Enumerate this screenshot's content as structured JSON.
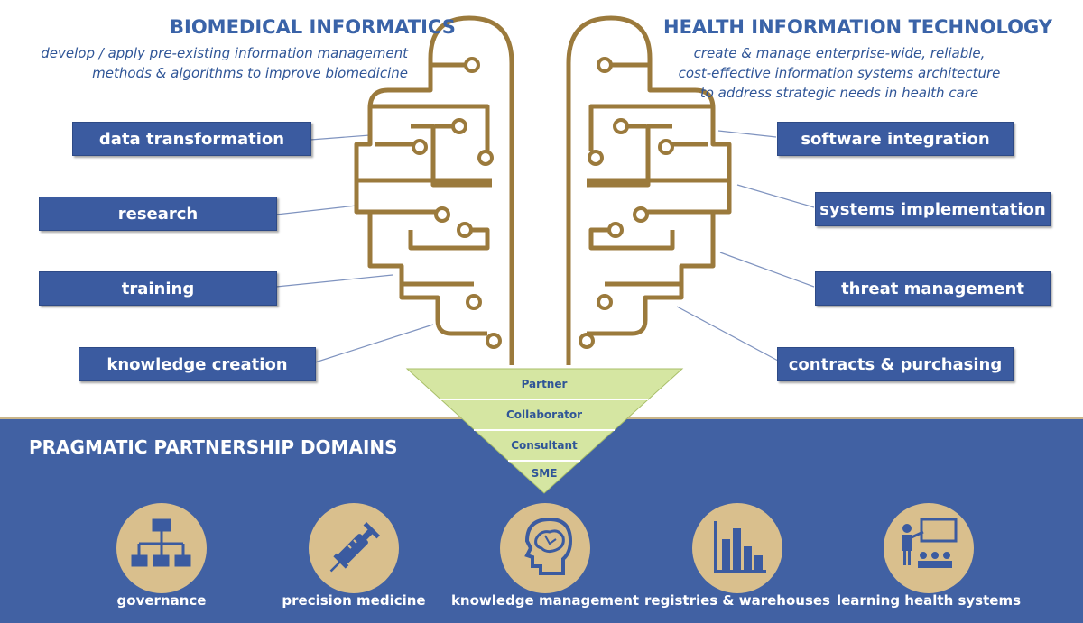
{
  "left_section": {
    "title": "BIOMEDICAL INFORMATICS",
    "subtitle_line1": "develop / apply pre-existing information management",
    "subtitle_line2": "methods & algorithms to improve biomedicine",
    "items": [
      "data transformation",
      "research",
      "training",
      "knowledge creation"
    ]
  },
  "right_section": {
    "title": "HEALTH INFORMATION TECHNOLOGY",
    "subtitle_line1": "create & manage enterprise-wide, reliable,",
    "subtitle_line2": "cost-effective information systems architecture",
    "subtitle_line3": "to address strategic needs in health care",
    "items": [
      "software integration",
      "systems implementation",
      "threat management",
      "contracts & purchasing"
    ]
  },
  "funnel": {
    "tiers": [
      "Partner",
      "Collaborator",
      "Consultant",
      "SME"
    ]
  },
  "partnership": {
    "title": "PRAGMATIC PARTNERSHIP DOMAINS",
    "domains": [
      {
        "label": "governance",
        "icon": "org-chart-icon"
      },
      {
        "label": "precision medicine",
        "icon": "syringe-icon"
      },
      {
        "label": "knowledge management",
        "icon": "brain-head-icon"
      },
      {
        "label": "registries & warehouses",
        "icon": "bar-chart-icon"
      },
      {
        "label": "learning health systems",
        "icon": "classroom-icon"
      }
    ]
  },
  "colors": {
    "accent_blue": "#3b5ba0",
    "band_blue": "#4161a3",
    "brain_gold": "#9b7a3c",
    "funnel_green": "#d5e6a2",
    "circle_tan": "#d9bf8d"
  }
}
